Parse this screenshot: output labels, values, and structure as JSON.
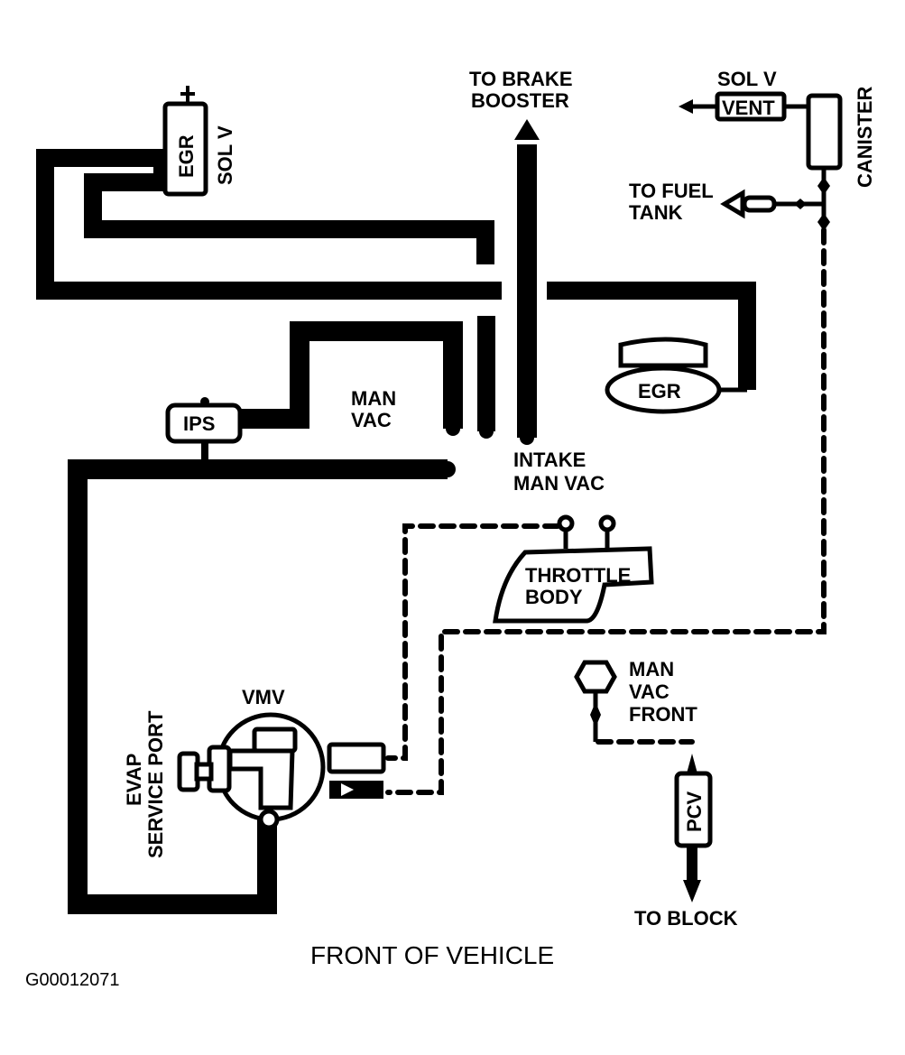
{
  "diagram": {
    "type": "vacuum hose routing diagram",
    "colors": {
      "ink": "#000000",
      "background": "#ffffff"
    },
    "components": {
      "egr_sol_v": {
        "box_label": "EGR",
        "side_label": "SOL V"
      },
      "sol_v_vent": {
        "top_label": "SOL V",
        "box_label": "VENT"
      },
      "canister": {
        "label": "CANISTER"
      },
      "to_fuel_tank": {
        "line1": "TO FUEL",
        "line2": "TANK"
      },
      "to_brake_booster": {
        "line1": "TO BRAKE",
        "line2": "BOOSTER"
      },
      "egr_valve": {
        "label": "EGR"
      },
      "ips": {
        "label": "IPS"
      },
      "man_vac": {
        "line1": "MAN",
        "line2": "VAC"
      },
      "intake_man_vac": {
        "line1": "INTAKE",
        "line2": "MAN VAC"
      },
      "throttle_body": {
        "line1": "THROTTLE",
        "line2": "BODY"
      },
      "man_vac_front": {
        "line1": "MAN",
        "line2": "VAC",
        "line3": "FRONT"
      },
      "vmv": {
        "label": "VMV"
      },
      "evap_service_port": {
        "line1": "EVAP",
        "line2": "SERVICE PORT"
      },
      "pcv": {
        "label": "PCV"
      },
      "to_block": {
        "label": "TO BLOCK"
      }
    },
    "caption": "FRONT OF VEHICLE",
    "figure_id": "G00012071"
  }
}
